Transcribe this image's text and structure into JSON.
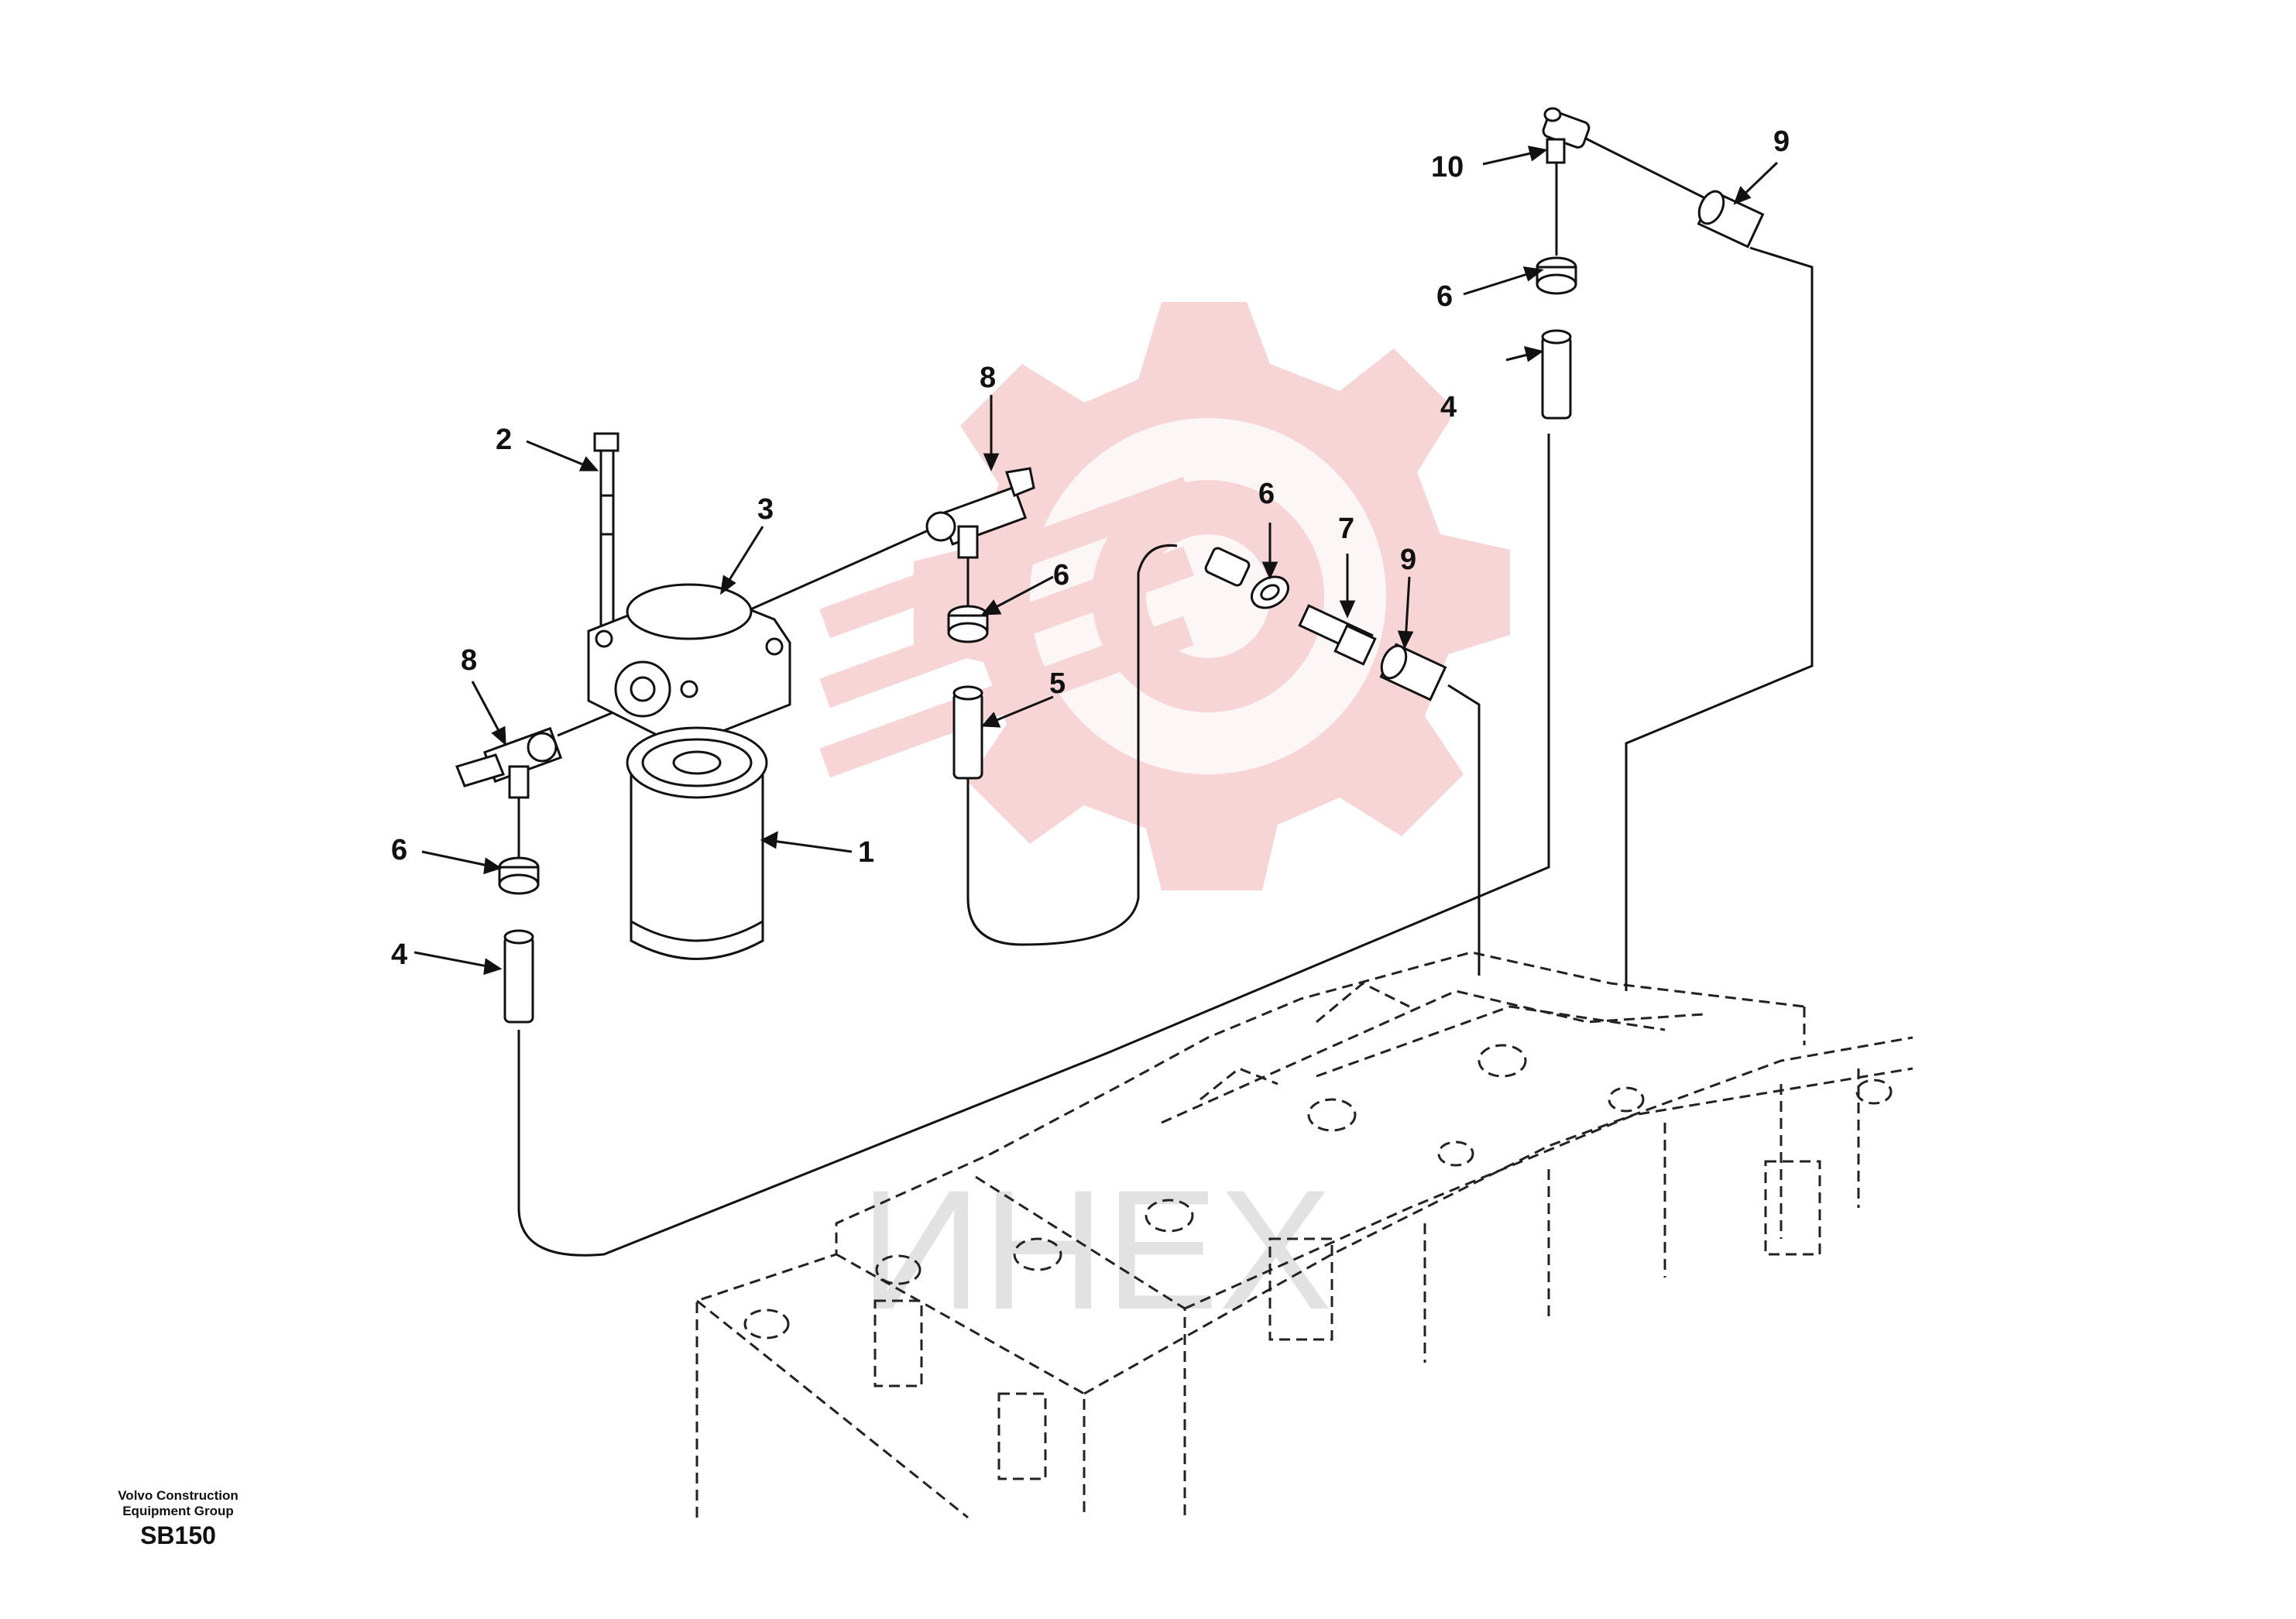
{
  "callouts": [
    {
      "id": "c1",
      "label": "1"
    },
    {
      "id": "c2",
      "label": "2"
    },
    {
      "id": "c3",
      "label": "3"
    },
    {
      "id": "c4a",
      "label": "4"
    },
    {
      "id": "c4b",
      "label": "4"
    },
    {
      "id": "c5",
      "label": "5"
    },
    {
      "id": "c6a",
      "label": "6"
    },
    {
      "id": "c6b",
      "label": "6"
    },
    {
      "id": "c6c",
      "label": "6"
    },
    {
      "id": "c6d",
      "label": "6"
    },
    {
      "id": "c7",
      "label": "7"
    },
    {
      "id": "c8a",
      "label": "8"
    },
    {
      "id": "c8b",
      "label": "8"
    },
    {
      "id": "c9a",
      "label": "9"
    },
    {
      "id": "c9b",
      "label": "9"
    },
    {
      "id": "c10",
      "label": "10"
    }
  ],
  "footer": {
    "company_line1": "Volvo Construction",
    "company_line2": "Equipment Group",
    "model": "SB150"
  },
  "watermark": {
    "text": "ИНЕХ",
    "color": "#f3c2c4"
  },
  "colors": {
    "line": "#111111",
    "watermark_gear": "#f6cdcf",
    "watermark_text": "#e2e2e2"
  }
}
